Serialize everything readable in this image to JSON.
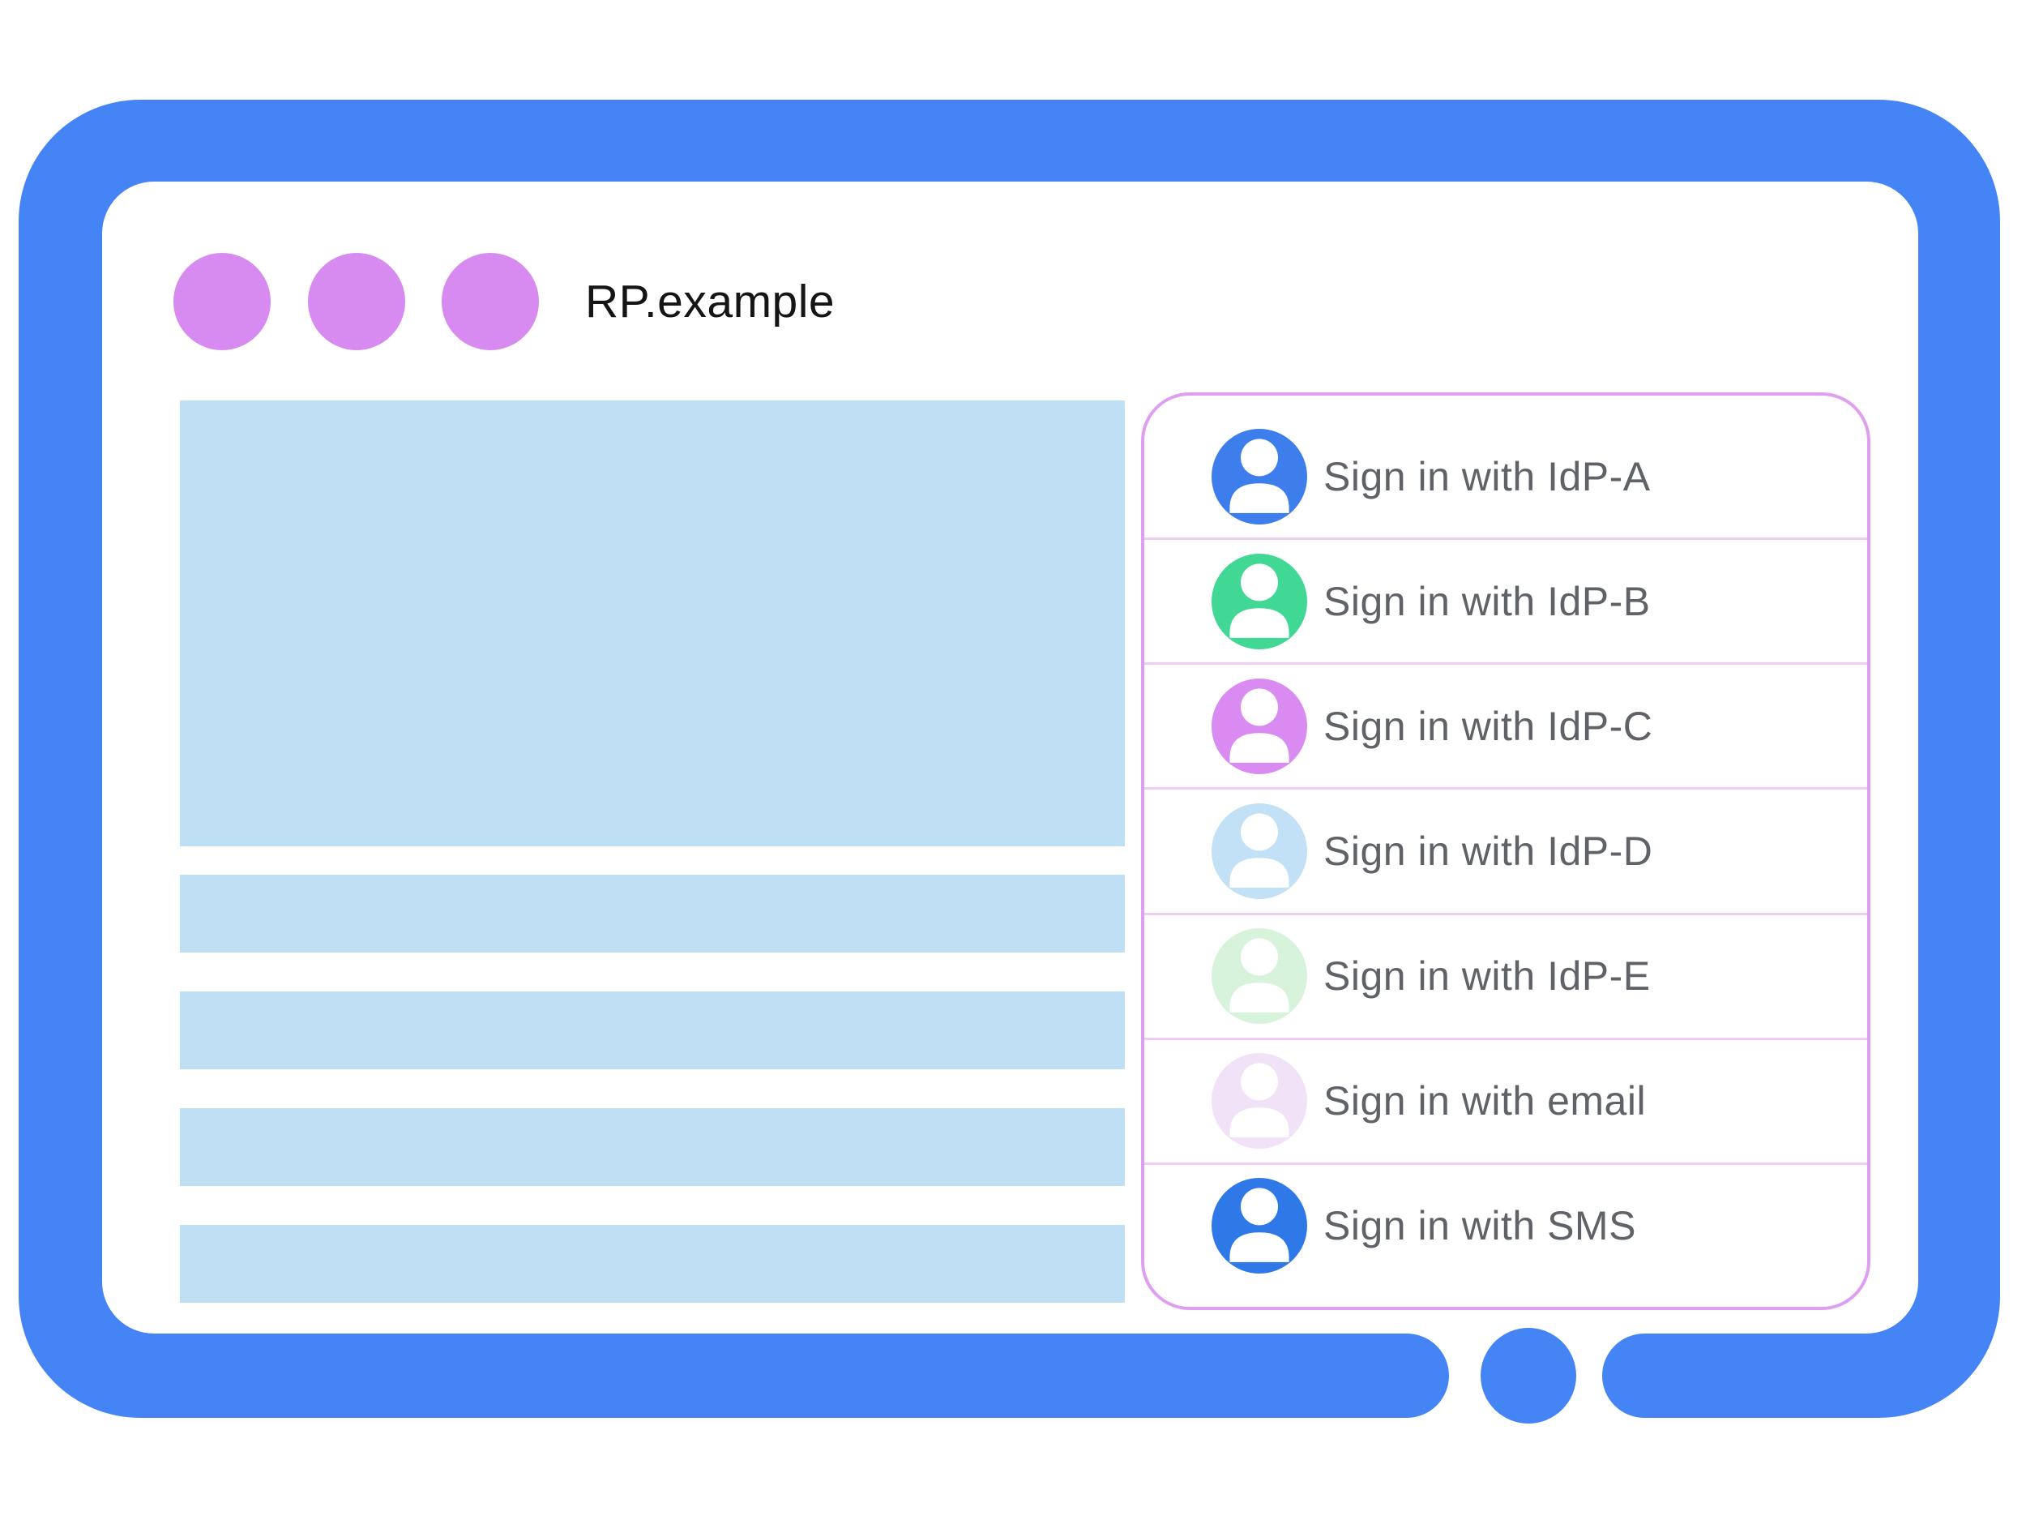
{
  "window": {
    "title": "RP.example",
    "traffic_dot_count": 3
  },
  "content": {
    "hero_blocks": 1,
    "placeholder_bar_count": 4,
    "bar_tops": [
      1079,
      1223,
      1367,
      1511
    ]
  },
  "signin_panel": {
    "items": [
      {
        "label": "Sign in with IdP-A",
        "avatar_color": "#3E7EEC"
      },
      {
        "label": "Sign in with IdP-B",
        "avatar_color": "#41D795"
      },
      {
        "label": "Sign in with IdP-C",
        "avatar_color": "#D98BF2"
      },
      {
        "label": "Sign in with IdP-D",
        "avatar_color": "#C3E1F6"
      },
      {
        "label": "Sign in with IdP-E",
        "avatar_color": "#D8F3DC"
      },
      {
        "label": "Sign in with email",
        "avatar_color": "#F1E2F8"
      },
      {
        "label": "Sign in with SMS",
        "avatar_color": "#2E78E8"
      }
    ]
  },
  "colors": {
    "frame_blue": "#4584F4",
    "dot_purple": "#D78BF0",
    "placeholder_blue": "#BFE0F4",
    "panel_border": "#DF9FF1",
    "panel_divider": "#EFCBF5",
    "label_gray": "#5F6368",
    "title_black": "#151515",
    "avatar_person_white": "#FFFFFF"
  }
}
